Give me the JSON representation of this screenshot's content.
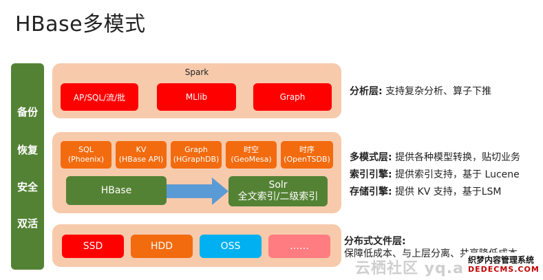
{
  "title": "HBase多模式",
  "sidebar": {
    "items": [
      "备份",
      "恢复",
      "安全",
      "双活"
    ]
  },
  "analysis_layer": {
    "label": "Spark",
    "items": [
      "AP/SQL/流/批",
      "MLlib",
      "Graph"
    ]
  },
  "multimodel_layer": {
    "models": [
      {
        "name": "SQL",
        "sub": "(Phoenix)"
      },
      {
        "name": "KV",
        "sub": "(HBase API)"
      },
      {
        "name": "Graph",
        "sub": "(HGraphDB)"
      },
      {
        "name": "时空",
        "sub": "(GeoMesa)"
      },
      {
        "name": "时序",
        "sub": "(OpenTSDB)"
      }
    ],
    "hbase": "HBase",
    "solr_title": "Solr",
    "solr_sub": "全文索引/二级索引"
  },
  "storage_layer": {
    "items": [
      {
        "label": "SSD",
        "color": "#ff0000"
      },
      {
        "label": "HDD",
        "color": "#f26b0f"
      },
      {
        "label": "OSS",
        "color": "#00b0f0"
      },
      {
        "label": "……",
        "color": "#ff7c80"
      }
    ]
  },
  "descriptions": {
    "analysis": {
      "head": "分析层:",
      "text": "支持复杂分析、算子下推"
    },
    "multimodel": {
      "head": "多模式层:",
      "text": "提供各种模型转换，贴切业务"
    },
    "index": {
      "head": "索引引擎:",
      "text": "提供索引支持，基于 Lucene"
    },
    "storage": {
      "head": "存储引擎:",
      "text": "提供 KV 支持，基于LSM"
    },
    "dfs": {
      "head": "分布式文件层:",
      "text": "保障低成本、与上层分离、共享降低成本"
    }
  },
  "watermark": {
    "text1": "云栖社区 yq.al",
    "text2": "织梦内容管理系统",
    "text3": "DEDECMS.COM"
  },
  "colors": {
    "layer_bg": "#f7caac",
    "green": "#548235",
    "red": "#ff0000",
    "orange": "#f26b0f",
    "blue_arrow": "#5b9bd5"
  }
}
